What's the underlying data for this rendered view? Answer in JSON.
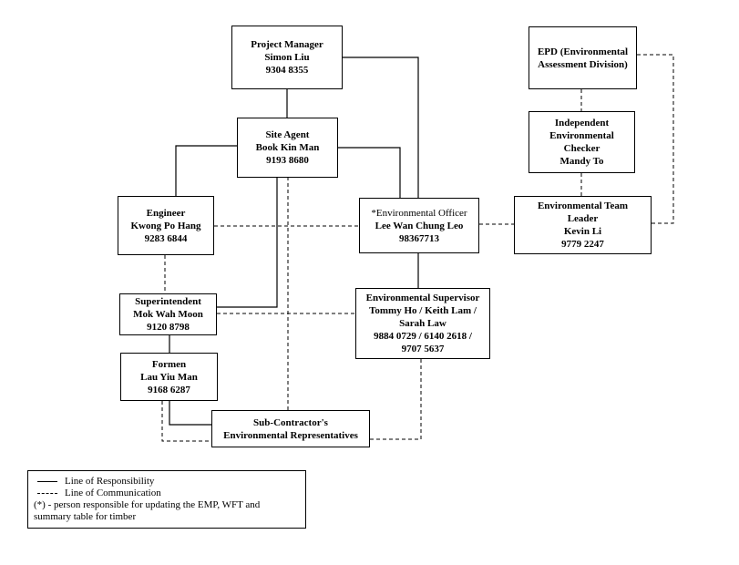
{
  "boxes": {
    "project_manager": [
      "Project Manager",
      "Simon Liu",
      "9304 8355"
    ],
    "site_agent": [
      "Site Agent",
      "Book Kin Man",
      "9193 8680"
    ],
    "engineer": [
      "Engineer",
      "Kwong Po Hang",
      "9283 6844"
    ],
    "env_officer": [
      "*Environmental Officer",
      "Lee Wan Chung Leo",
      "98367713"
    ],
    "epd": [
      "EPD (Environmental",
      "Assessment Division)"
    ],
    "iec": [
      "Independent",
      "Environmental",
      "Checker",
      "Mandy To"
    ],
    "env_team_leader": [
      "Environmental Team",
      "Leader",
      "Kevin Li",
      "9779 2247"
    ],
    "superintendent": [
      "Superintendent",
      "Mok Wah Moon",
      "9120 8798"
    ],
    "env_supervisor": [
      "Environmental Supervisor",
      "Tommy Ho / Keith Lam /",
      "Sarah Law",
      "9884 0729 / 6140 2618 /",
      "9707 5637"
    ],
    "formen": [
      "Formen",
      "Lau Yiu Man",
      "9168 6287"
    ],
    "subcontractor": [
      "Sub-Contractor's",
      "Environmental Representatives"
    ]
  },
  "legend": {
    "responsibility": "Line of Responsibility",
    "communication": "Line of Communication",
    "note_line1": "(*) - person responsible for updating the EMP, WFT and",
    "note_line2": "summary table for timber"
  }
}
